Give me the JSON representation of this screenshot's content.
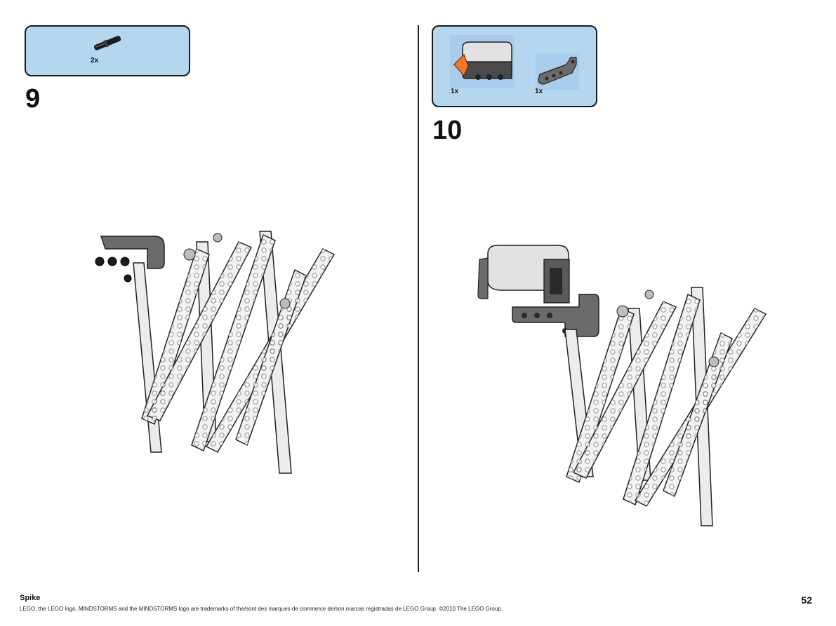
{
  "steps": [
    {
      "number": "9",
      "parts": [
        {
          "name": "black-axle-pin",
          "qty": "2x"
        }
      ]
    },
    {
      "number": "10",
      "parts": [
        {
          "name": "ultrasonic-sensor",
          "qty": "1x"
        },
        {
          "name": "angled-beam",
          "qty": "1x"
        }
      ]
    }
  ],
  "colors": {
    "callout_bg": "#b5d6ef",
    "beam": "#e8e8e8",
    "dark_grey": "#6b6b6b",
    "sensor_orange": "#f07a28"
  },
  "footer": {
    "title": "Spike",
    "legal": "LEGO, the LEGO logo, MINDSTORMS and the MINDSTORMS logo are trademarks of the/sont des marques de commerce de/son marcas registradas de LEGO Group. ©2010 The LEGO Group.",
    "page_number": "52"
  }
}
